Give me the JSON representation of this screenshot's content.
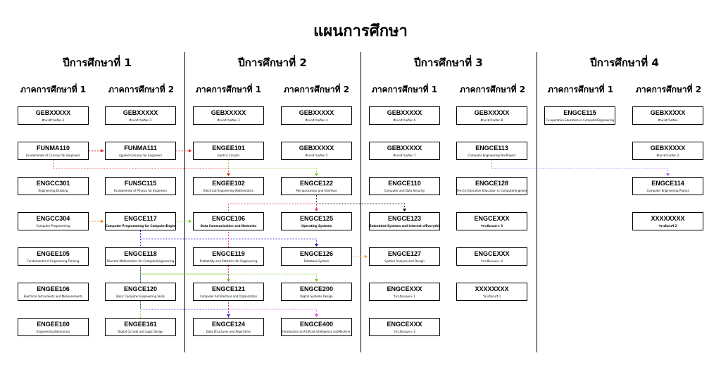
{
  "title": "แผนการศึกษา",
  "years": [
    {
      "label": "ปีการศึกษาที่ 1",
      "semesters": [
        {
          "label": "ภาคการศึกษาที่ 1",
          "courses": [
            {
              "code": "GEBXXXXX",
              "name": "ศึกษาทั่วไปเลือก 1"
            },
            {
              "code": "FUNMA110",
              "name": "Fundamental of Calculus for Engineers"
            },
            {
              "code": "ENGCC301",
              "name": "Engineering Drawing"
            },
            {
              "code": "ENGCC304",
              "name": "Computer Programming"
            },
            {
              "code": "ENGEE105",
              "name": "Fundamental of Engineering Training"
            },
            {
              "code": "ENGEE106",
              "name": "Electrical Instruments and Measurements"
            },
            {
              "code": "ENGEE160",
              "name": "Engineering Electronics"
            }
          ]
        },
        {
          "label": "ภาคการศึกษาที่ 2",
          "courses": [
            {
              "code": "GEBXXXXX",
              "name": "ศึกษาทั่วไปเลือก 2"
            },
            {
              "code": "FUNMA111",
              "name": "Applied Calculus for Engineers"
            },
            {
              "code": "FUNSC115",
              "name": "Fundamental of Physics for Engineers"
            },
            {
              "code": "ENGCE117",
              "name": "Computer Programming for ComputerEngineer",
              "bold": true
            },
            {
              "code": "ENGCE118",
              "name": "Discrete Mathematics for ComputerEngineering"
            },
            {
              "code": "ENGCE120",
              "name": "Basic Computer Engineering Skills"
            },
            {
              "code": "ENGEE161",
              "name": "Digital Circuits and Logic Design"
            }
          ]
        }
      ]
    },
    {
      "label": "ปีการศึกษาที่ 2",
      "semesters": [
        {
          "label": "ภาคการศึกษาที่ 1",
          "courses": [
            {
              "code": "GEBXXXXX",
              "name": "ศึกษาทั่วไปเลือก 3"
            },
            {
              "code": "ENGEE101",
              "name": "Electric Circuits"
            },
            {
              "code": "ENGEE102",
              "name": "Electrical Engineering Mathematics"
            },
            {
              "code": "ENGCE106",
              "name": "Data Communication and Networks",
              "bold": true
            },
            {
              "code": "ENGCE119",
              "name": "Probability and Statistics for Engineering"
            },
            {
              "code": "ENGCE121",
              "name": "Computer Architecture and Organization"
            },
            {
              "code": "ENGCE124",
              "name": "Data Structures and Algorithms"
            }
          ]
        },
        {
          "label": "ภาคการศึกษาที่ 2",
          "courses": [
            {
              "code": "GEBXXXXX",
              "name": "ศึกษาทั่วไปเลือก 4"
            },
            {
              "code": "GEBXXXXX",
              "name": "ศึกษาทั่วไปเลือก 5"
            },
            {
              "code": "ENGCE122",
              "name": "Microprocessor and Interface"
            },
            {
              "code": "ENGCE125",
              "name": "Operating Systems",
              "bold": true
            },
            {
              "code": "ENGCE126",
              "name": "Database System"
            },
            {
              "code": "ENGCE200",
              "name": "Digital Systems Design"
            },
            {
              "code": "ENGCE400",
              "name": "Introduction to Artificial Intelligence andMachine Learning"
            }
          ]
        }
      ]
    },
    {
      "label": "ปีการศึกษาที่ 3",
      "semesters": [
        {
          "label": "ภาคการศึกษาที่ 1",
          "courses": [
            {
              "code": "GEBXXXXX",
              "name": "ศึกษาทั่วไปเลือก 6"
            },
            {
              "code": "GEBXXXXX",
              "name": "ศึกษาทั่วไปเลือก 7"
            },
            {
              "code": "ENGCE110",
              "name": "Computer and Data Security"
            },
            {
              "code": "ENGCE123",
              "name": "Embedded Systems and Internet ofEverything",
              "bold": true
            },
            {
              "code": "ENGCE127",
              "name": "System Analysis and Design"
            },
            {
              "code": "ENGCEXXX",
              "name": "วิชาเลือกเฉพาะ 1"
            },
            {
              "code": "ENGCEXXX",
              "name": "วิชาเลือกเฉพาะ 2"
            }
          ]
        },
        {
          "label": "ภาคการศึกษาที่ 2",
          "courses": [
            {
              "code": "GEBXXXXX",
              "name": "ศึกษาทั่วไปเลือก 8"
            },
            {
              "code": "ENGCE113",
              "name": "Computer Engineering Pre-Project"
            },
            {
              "code": "ENGCE128",
              "name": "Pre-Co-Operative Education in ComputerEngineering"
            },
            {
              "code": "ENGCEXXX",
              "name": "วิชาเลือกเฉพาะ 3",
              "bold": true
            },
            {
              "code": "ENGCEXXX",
              "name": "วิชาเลือกเฉพาะ 4"
            },
            {
              "code": "XXXXXXXX",
              "name": "วิชาเลือกเสรี 1"
            }
          ]
        }
      ]
    },
    {
      "label": "ปีการศึกษาที่ 4",
      "semesters": [
        {
          "label": "ภาคการศึกษาที่ 1",
          "courses": [
            {
              "code": "ENGCE115",
              "name": "Co-operative Education in ComputerEngineering"
            }
          ]
        },
        {
          "label": "ภาคการศึกษาที่ 2",
          "courses": [
            {
              "code": "GEBXXXXX",
              "name": "ศึกษาทั่วไปเลือก"
            },
            {
              "code": "GEBXXXXX",
              "name": "ศึกษาทั่วไปเลือก 2"
            },
            {
              "code": "ENGCE114",
              "name": "Computer Engineering Project"
            },
            {
              "code": "XXXXXXXX",
              "name": "วิชาเลือกเสรี 2",
              "bold": true
            }
          ]
        }
      ]
    }
  ],
  "prerequisites": [
    {
      "from": "FUNMA110",
      "to": "FUNMA111",
      "color": "#e02020"
    },
    {
      "from": "FUNMA110",
      "to": "ENGEE101",
      "color": "#e02020"
    },
    {
      "from": "FUNMA110",
      "to": "ENGEE102",
      "color": "#e02020"
    },
    {
      "from": "ENGCC304",
      "to": "ENGCE117",
      "color": "#f08020"
    },
    {
      "from": "ENGEE101",
      "to": "ENGCE122",
      "color": "#7ad020"
    },
    {
      "from": "ENGCE117",
      "to": "ENGCE106",
      "color": "#7ad020"
    },
    {
      "from": "ENGCE117",
      "to": "ENGCE124",
      "color": "#2020d0"
    },
    {
      "from": "ENGCE117",
      "to": "ENGCE126",
      "color": "#2020d0"
    },
    {
      "from": "ENGEE161",
      "to": "ENGCE121",
      "color": "#7ad020"
    },
    {
      "from": "ENGCE118",
      "to": "ENGCE200",
      "color": "#7ad020"
    },
    {
      "from": "ENGCE119",
      "to": "ENGCE400",
      "color": "#e040e0"
    },
    {
      "from": "ENGCE124",
      "to": "ENGCE125",
      "color": "#e02080"
    },
    {
      "from": "ENGCE122",
      "to": "ENGCE123",
      "color": "#000000"
    },
    {
      "from": "ENGCE126",
      "to": "ENGCE127",
      "color": "#f0a050"
    },
    {
      "from": "ENGCE113",
      "to": "ENGCE114",
      "color": "#b060f0"
    }
  ]
}
